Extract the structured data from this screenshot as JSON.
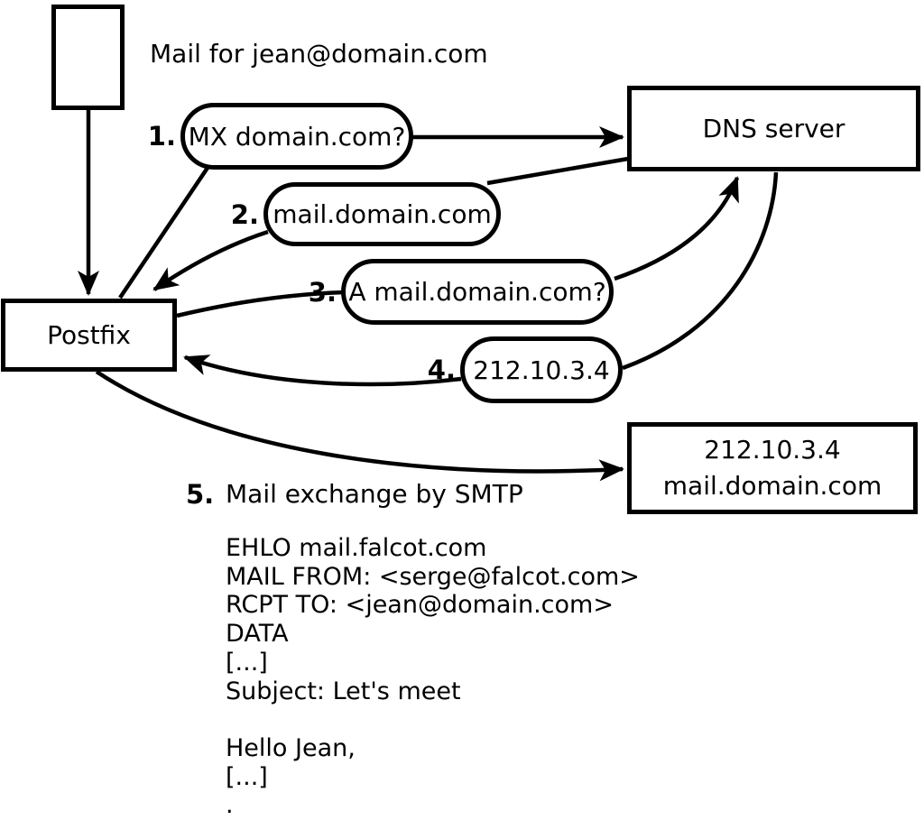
{
  "figure": {
    "caption_intro": "Mail for jean@domain.com",
    "nodes": {
      "postfix_label": "Postfix",
      "dns_server_label": "DNS server",
      "mail_server_line1": "212.10.3.4",
      "mail_server_line2": "mail.domain.com"
    },
    "steps": [
      {
        "num": "1.",
        "text": "MX domain.com?"
      },
      {
        "num": "2.",
        "text": "mail.domain.com"
      },
      {
        "num": "3.",
        "text": "A mail.domain.com?"
      },
      {
        "num": "4.",
        "text": "212.10.3.4"
      },
      {
        "num": "5.",
        "text": "Mail exchange by SMTP"
      }
    ],
    "smtp_session_lines": [
      "EHLO mail.falcot.com",
      "MAIL FROM: <serge@falcot.com>",
      "RCPT TO: <jean@domain.com>",
      "DATA",
      "[...]",
      "Subject: Let's meet",
      "",
      "Hello Jean,",
      "[...]",
      "."
    ],
    "colors": {
      "line": "#000000",
      "fill": "#ffffff"
    }
  }
}
